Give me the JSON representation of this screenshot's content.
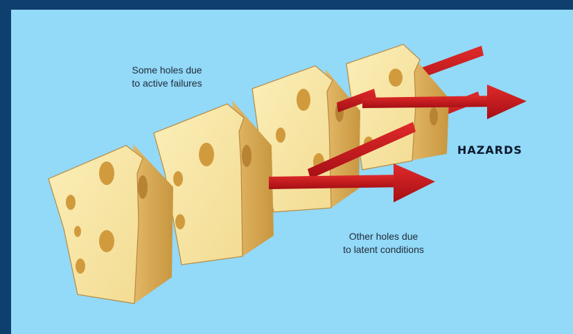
{
  "labels": {
    "active_line1": "Some holes due",
    "active_line2": "to active failures",
    "latent_line1": "Other holes due",
    "latent_line2": "to latent conditions",
    "hazards": "HAZARDS"
  },
  "colors": {
    "frame": "#0f3f6e",
    "background": "#93d9f8",
    "cheese_face": "#f8e7a8",
    "cheese_side": "#d7a955",
    "hole": "#d19b3d",
    "arrow": "#c6171d"
  }
}
